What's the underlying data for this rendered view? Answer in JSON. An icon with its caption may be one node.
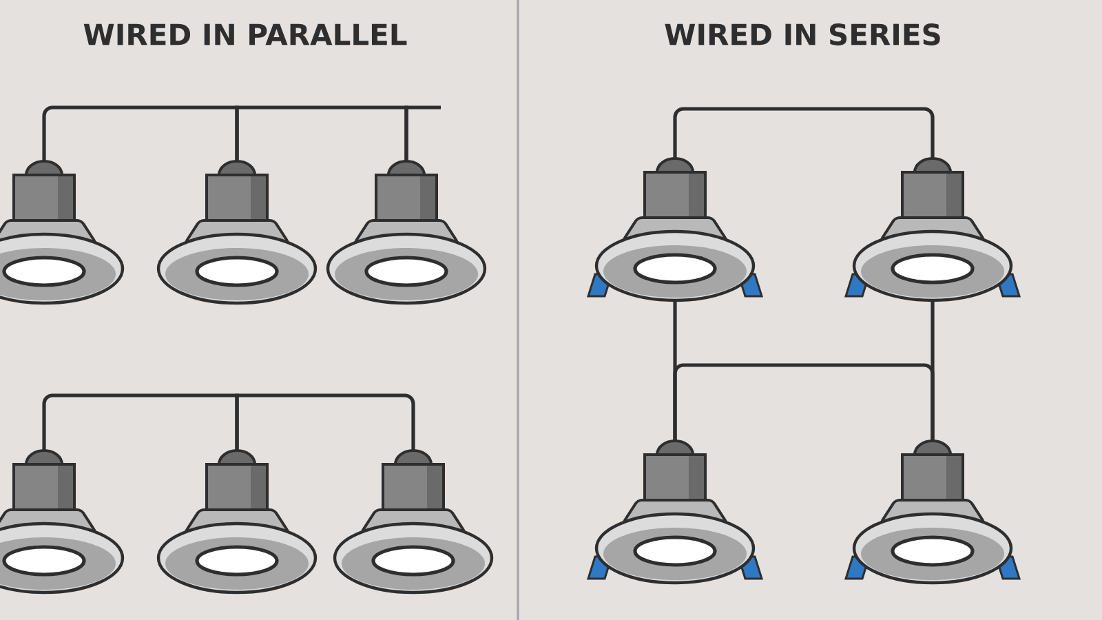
{
  "diagram": {
    "nodes": [
      {
        "text": [],
        "shape": "picture"
      },
      {
        "text": [],
        "shape": "picture"
      },
      {
        "text": [],
        "shape": "picture"
      },
      {
        "text": [],
        "shape": "picture"
      },
      {
        "text": [],
        "shape": "picture"
      },
      {
        "text": [],
        "shape": "picture"
      },
      {
        "text": [],
        "shape": "picture"
      },
      {
        "text": [],
        "shape": "picture"
      },
      {
        "text": [],
        "shape": "picture"
      },
      {
        "text": [],
        "shape": "picture"
      }
    ],
    "edges": [
      {
        "from": 0,
        "to": 1,
        "arrow": "none"
      },
      {
        "from": 1,
        "to": 2,
        "arrow": "none"
      },
      {
        "from": 2,
        "to": null,
        "arrow": "none"
      },
      {
        "from": 3,
        "to": 4,
        "arrow": "none"
      },
      {
        "from": 4,
        "to": 5,
        "arrow": "none"
      },
      {
        "from": 6,
        "to": 7,
        "arrow": "none"
      },
      {
        "from": 6,
        "to": 8,
        "arrow": "none"
      },
      {
        "from": 7,
        "to": 9,
        "arrow": "none"
      },
      {
        "from": 8,
        "to": 9,
        "arrow": "none"
      }
    ],
    "labels": [
      "WIRED IN PARALLEL",
      "WIRED IN SERIES"
    ]
  }
}
